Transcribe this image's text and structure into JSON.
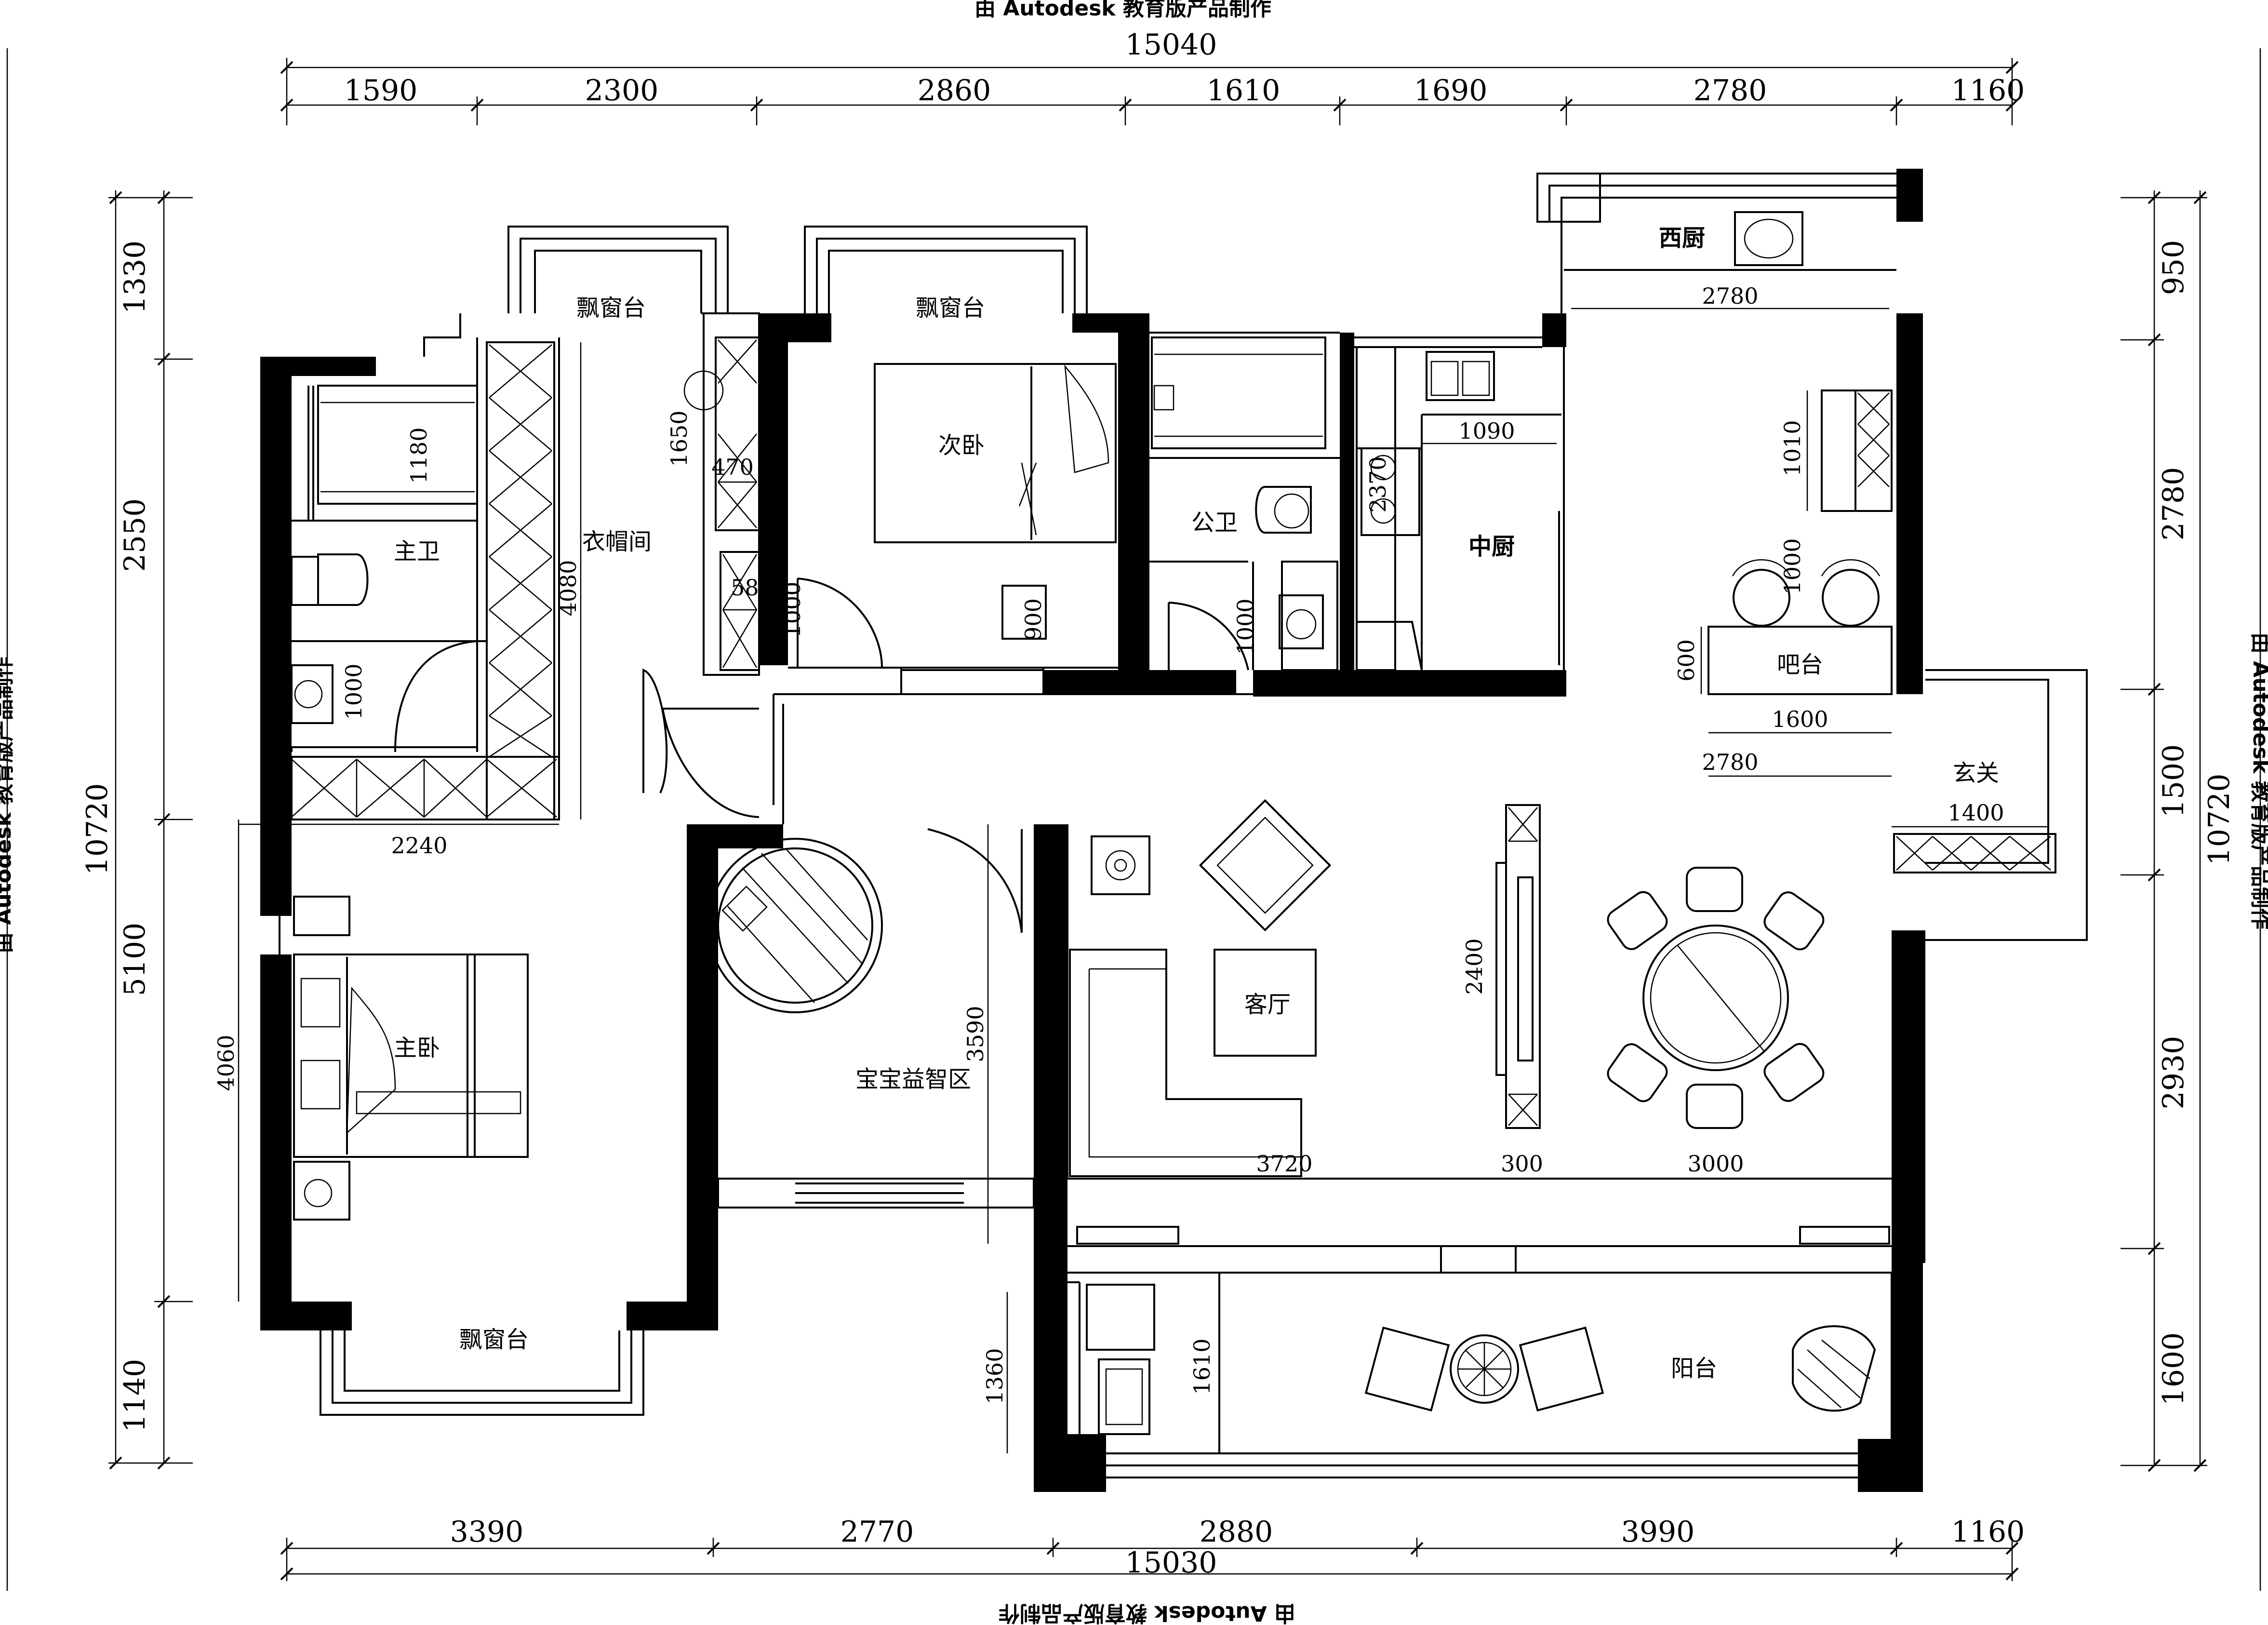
{
  "watermark": {
    "text": "由 Autodesk 教育版产品制作"
  },
  "dims": {
    "top_total": "15040",
    "top": [
      "1590",
      "2300",
      "2860",
      "1610",
      "1690",
      "2780",
      "1160"
    ],
    "bottom_total": "15030",
    "bottom": [
      "3390",
      "2770",
      "2880",
      "3990",
      "1160"
    ],
    "left_total": "10720",
    "left": [
      "1330",
      "2550",
      "5100",
      "1140"
    ],
    "right_total": "10720",
    "right": [
      "950",
      "2780",
      "1500",
      "2930",
      "1600"
    ]
  },
  "rooms": {
    "bay_window_1": "飘窗台",
    "bay_window_2": "飘窗台",
    "bay_window_3": "飘窗台",
    "western_kitchen": "西厨",
    "second_bedroom": "次卧",
    "cloakroom": "衣帽间",
    "master_bath": "主卫",
    "public_bath": "公卫",
    "chinese_kitchen": "中厨",
    "bar": "吧台",
    "entrance": "玄关",
    "living_room": "客厅",
    "master_bedroom": "主卧",
    "baby_area": "宝宝益智区",
    "balcony": "阳台"
  },
  "inner_dims": {
    "d2780_top": "2780",
    "d1090": "1090",
    "d1010": "1010",
    "d1000_bar": "1000",
    "d600": "600",
    "d1600_bar": "1600",
    "d2780_bottom": "2780",
    "d1400": "1400",
    "d1180": "1180",
    "d1650": "1650",
    "d470": "470",
    "d580": "580",
    "d1000_closet": "1000",
    "d900": "900",
    "d1000_pubbath": "1000",
    "d2370": "2370",
    "d4080": "4080",
    "d1000_mbath": "1000",
    "d2240": "2240",
    "d4060": "4060",
    "d3590": "3590",
    "d2400": "2400",
    "d3720": "3720",
    "d300": "300",
    "d3000": "3000",
    "d1360": "1360",
    "d1610": "1610"
  }
}
